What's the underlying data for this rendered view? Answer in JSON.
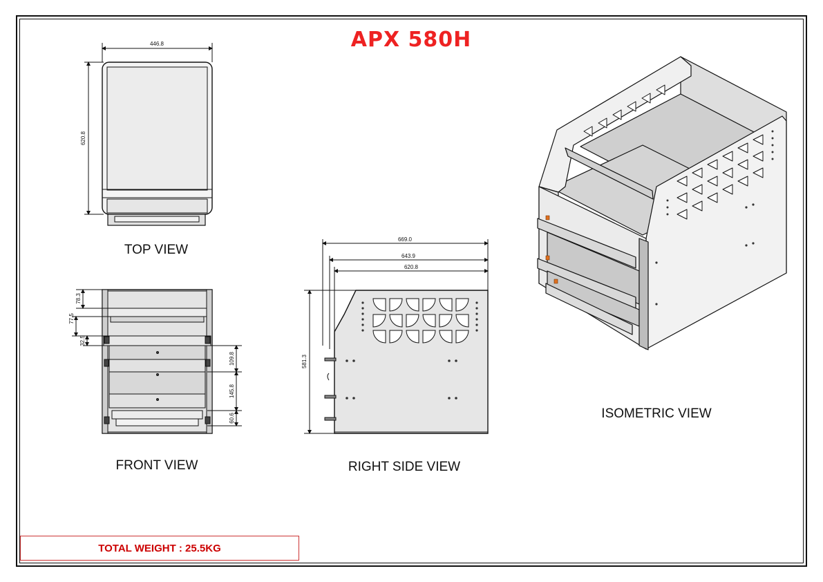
{
  "title": "APX 580H",
  "colors": {
    "title": "#ee2222",
    "weight_text": "#cc0000",
    "weight_border": "#cc3333",
    "panel_fill": "#e8e8e8",
    "panel_dark": "#c8c8c8",
    "line": "#111111",
    "accent_orange": "#e07020"
  },
  "views": {
    "top": "TOP VIEW",
    "front": "FRONT VIEW",
    "right_side": "RIGHT SIDE VIEW",
    "isometric": "ISOMETRIC VIEW"
  },
  "dimensions": {
    "top_width": "446.8",
    "top_depth": "620.8",
    "front_78": "78.3",
    "front_77": "77.5",
    "front_32": "32.5",
    "front_109": "109.8",
    "front_145": "145.8",
    "front_60": "60.6",
    "side_669": "669.0",
    "side_643": "643.9",
    "side_620": "620.8",
    "side_height": "581.3"
  },
  "total_weight": "TOTAL WEIGHT : 25.5KG"
}
